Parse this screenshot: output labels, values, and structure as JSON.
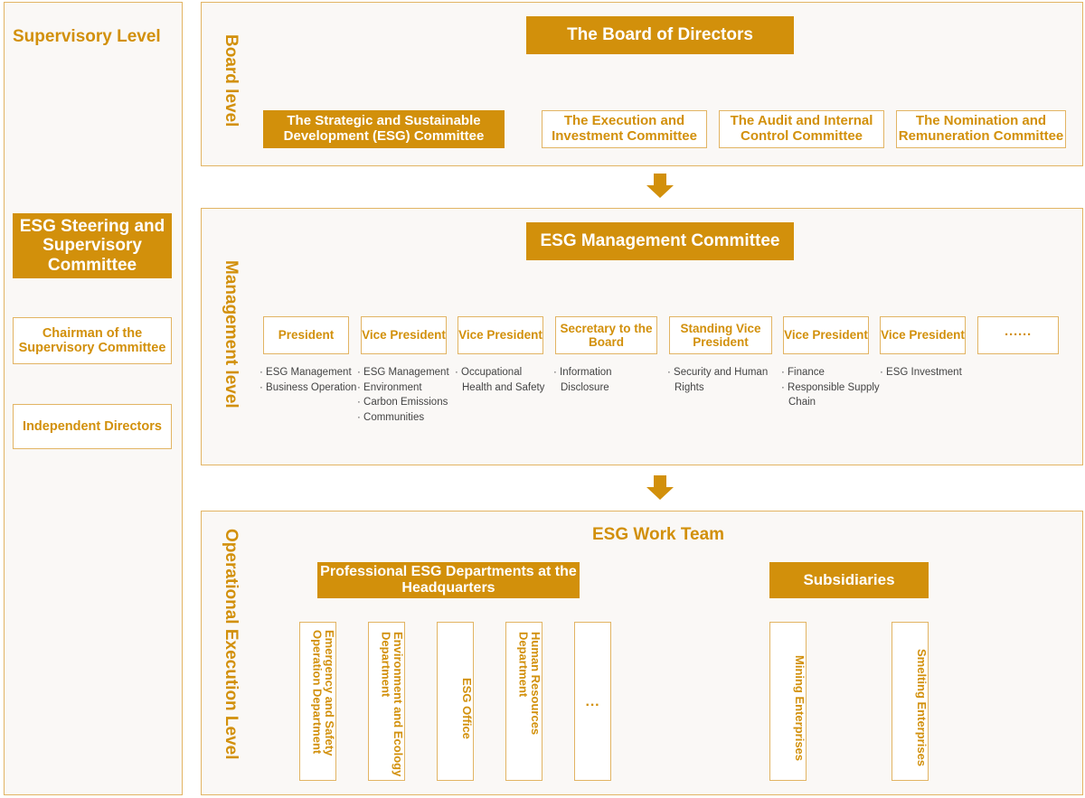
{
  "supervisory": {
    "title": "Supervisory Level",
    "committee": "ESG Steering and Supervisory Committee",
    "chairman": "Chairman of the Supervisory Committee",
    "independent": "Independent Directors"
  },
  "board_level": {
    "label": "Board level",
    "head": "The Board of Directors",
    "committees": [
      "The Strategic and Sustainable Development (ESG) Committee",
      "The Execution and Investment Committee",
      "The Audit and Internal Control Committee",
      "The Nomination and Remuneration Committee"
    ]
  },
  "management_level": {
    "label": "Management level",
    "head": "ESG Management Committee",
    "roles": [
      {
        "title": "President",
        "duties": [
          "ESG Management",
          "Business Operation"
        ]
      },
      {
        "title": "Vice President",
        "duties": [
          "ESG Management",
          "Environment",
          "Carbon Emissions",
          "Communities"
        ]
      },
      {
        "title": "Vice President",
        "duties": [
          "Occupational Health and Safety"
        ]
      },
      {
        "title": "Secretary to the Board",
        "duties": [
          "Information Disclosure"
        ]
      },
      {
        "title": "Standing Vice President",
        "duties": [
          "Security and Human Rights"
        ]
      },
      {
        "title": "Vice President",
        "duties": [
          "Finance",
          "Responsible Supply Chain"
        ]
      },
      {
        "title": "Vice President",
        "duties": [
          "ESG Investment"
        ]
      },
      {
        "title": "······",
        "duties": []
      }
    ]
  },
  "operational_level": {
    "label": "Operational Execution Level",
    "team": "ESG Work Team",
    "hq": "Professional ESG Departments at the Headquarters",
    "departments": [
      "Emergency and Safety Operation Department",
      "Environment and Ecology Department",
      "ESG Office",
      "Human Resources Department",
      "···"
    ],
    "subsidiaries": "Subsidiaries",
    "enterprises": [
      "Mining Enterprises",
      "Smelting Enterprises"
    ]
  },
  "colors": {
    "accent": "#d2900b",
    "border": "#e2b463",
    "panel": "#faf8f6"
  }
}
